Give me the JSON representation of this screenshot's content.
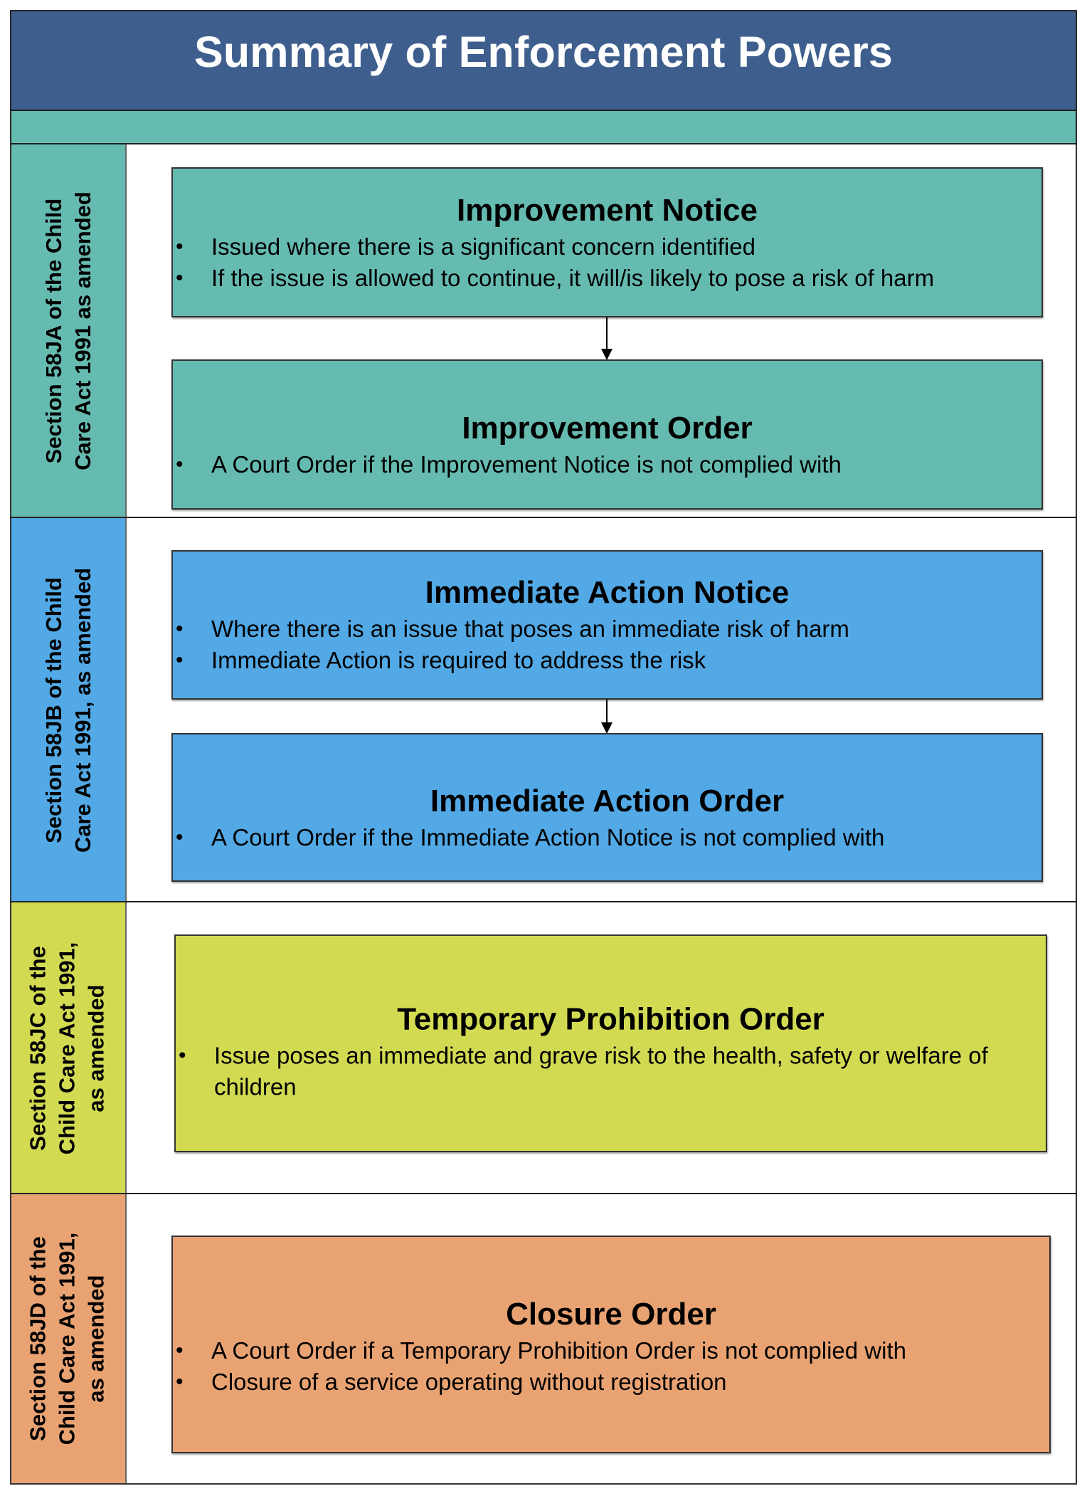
{
  "title": "Summary of Enforcement Powers",
  "colors": {
    "title_bg": "#3E5F8E",
    "band_bg": "#66BBB1",
    "section_1": "#66BBB1",
    "section_2": "#52A9E6",
    "section_3": "#D2DA52",
    "section_4": "#E9A373"
  },
  "sections": [
    {
      "label": "Section 58JA of the Child\nCare Act 1991 as amended",
      "boxes": [
        {
          "heading": "Improvement Notice",
          "bullets": [
            "Issued where there is a significant concern identified",
            "If the issue is allowed to continue, it will/is likely to pose a risk of harm"
          ]
        },
        {
          "heading": "Improvement Order",
          "bullets": [
            "A Court Order if the Improvement Notice is not complied with"
          ]
        }
      ]
    },
    {
      "label": "Section 58JB of the Child\nCare Act 1991, as amended",
      "boxes": [
        {
          "heading": "Immediate Action Notice",
          "bullets": [
            "Where there is an issue that poses an immediate risk of harm",
            "Immediate Action is required to address the risk"
          ]
        },
        {
          "heading": "Immediate Action Order",
          "bullets": [
            "A Court Order if the Immediate Action Notice is not complied with"
          ]
        }
      ]
    },
    {
      "label": "Section 58JC of the\nChild Care Act 1991,\nas amended",
      "boxes": [
        {
          "heading": "Temporary Prohibition Order",
          "bullets": [
            "Issue poses an immediate and grave risk to the health, safety or welfare of children"
          ]
        }
      ]
    },
    {
      "label": "Section 58JD of the\nChild Care Act 1991,\nas amended",
      "boxes": [
        {
          "heading": "Closure Order",
          "bullets": [
            "A Court Order if a Temporary Prohibition Order is not complied with",
            "Closure of a service operating without registration"
          ]
        }
      ]
    }
  ]
}
